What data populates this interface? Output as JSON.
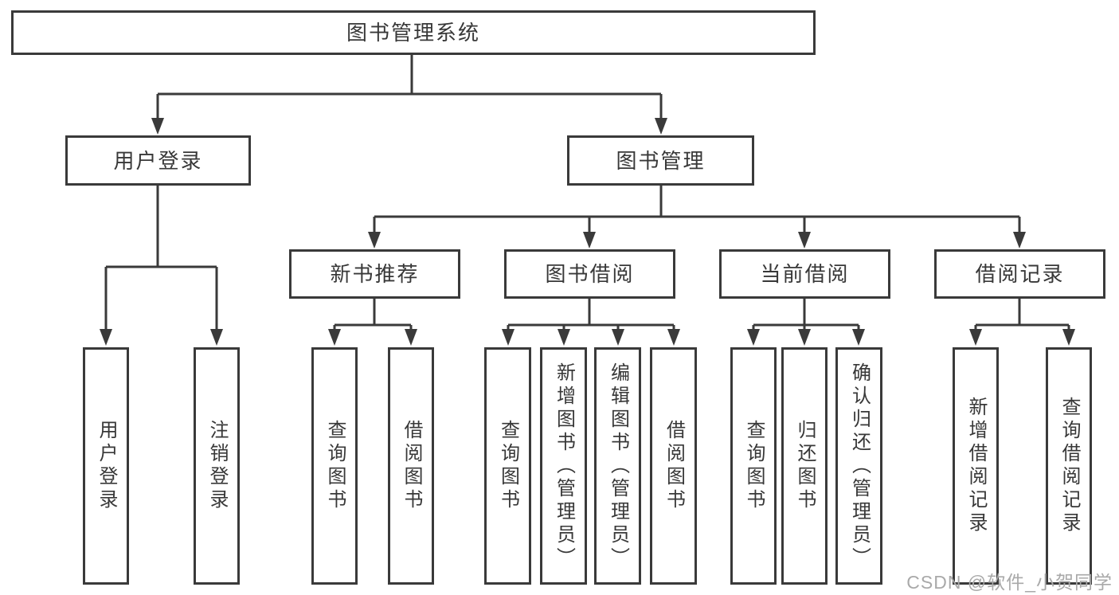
{
  "diagram_title": "图书管理系统",
  "tree": {
    "root": {
      "label": "图书管理系统",
      "children": [
        {
          "label": "用户登录",
          "children": [
            {
              "label": "用户登录"
            },
            {
              "label": "注销登录"
            }
          ]
        },
        {
          "label": "图书管理",
          "children": [
            {
              "label": "新书推荐",
              "children": [
                {
                  "label": "查询图书"
                },
                {
                  "label": "借阅图书"
                }
              ]
            },
            {
              "label": "图书借阅",
              "children": [
                {
                  "label": "查询图书"
                },
                {
                  "label": "新增图书（管理员）"
                },
                {
                  "label": "编辑图书（管理员）"
                },
                {
                  "label": "借阅图书"
                }
              ]
            },
            {
              "label": "当前借阅",
              "children": [
                {
                  "label": "查询图书"
                },
                {
                  "label": "归还图书"
                },
                {
                  "label": "确认归还（管理员）"
                }
              ]
            },
            {
              "label": "借阅记录",
              "children": [
                {
                  "label": "新增借阅记录"
                },
                {
                  "label": "查询借阅记录"
                }
              ]
            }
          ]
        }
      ]
    }
  },
  "watermark": {
    "text": "CSDN @软件_小贺同学"
  },
  "colors": {
    "line": "#3a3a3a",
    "text": "#383838",
    "background": "#ffffff",
    "watermark": "#a9a9a9"
  }
}
